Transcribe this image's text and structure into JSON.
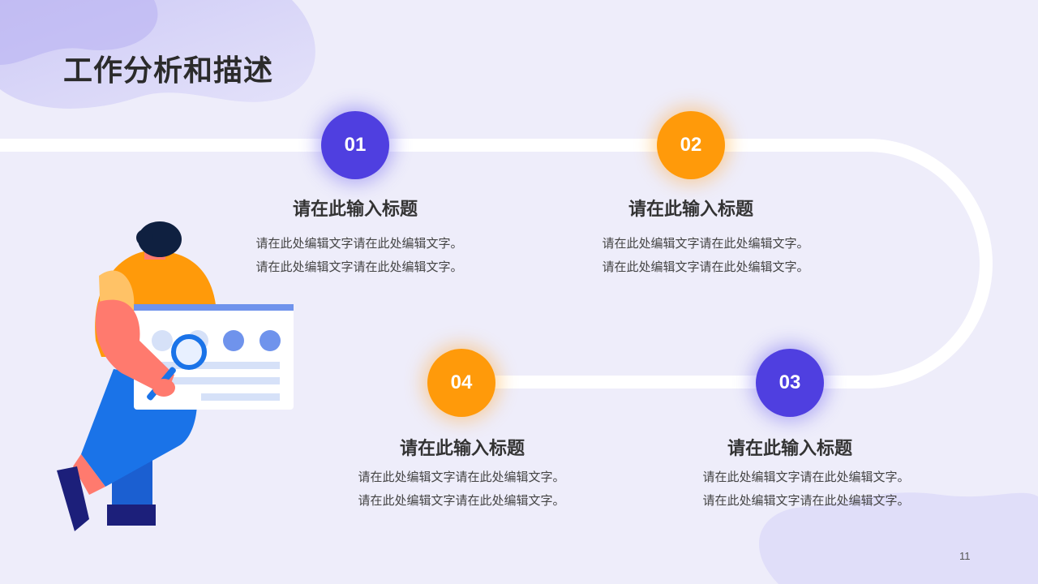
{
  "title": "工作分析和描述",
  "page_number": "11",
  "colors": {
    "background": "#eeedfa",
    "accent_purple": "#4f3fe0",
    "accent_orange": "#ff9a0a",
    "path": "#ffffff"
  },
  "steps": [
    {
      "number": "01",
      "title": "请在此输入标题",
      "lines": [
        "请在此处编辑文字请在此处编辑文字。",
        "请在此处编辑文字请在此处编辑文字。"
      ]
    },
    {
      "number": "02",
      "title": "请在此输入标题",
      "lines": [
        "请在此处编辑文字请在此处编辑文字。",
        "请在此处编辑文字请在此处编辑文字。"
      ]
    },
    {
      "number": "03",
      "title": "请在此输入标题",
      "lines": [
        "请在此处编辑文字请在此处编辑文字。",
        "请在此处编辑文字请在此处编辑文字。"
      ]
    },
    {
      "number": "04",
      "title": "请在此输入标题",
      "lines": [
        "请在此处编辑文字请在此处编辑文字。",
        "请在此处编辑文字请在此处编辑文字。"
      ]
    }
  ],
  "illustration": {
    "icon": "person-with-magnifier-icon"
  }
}
